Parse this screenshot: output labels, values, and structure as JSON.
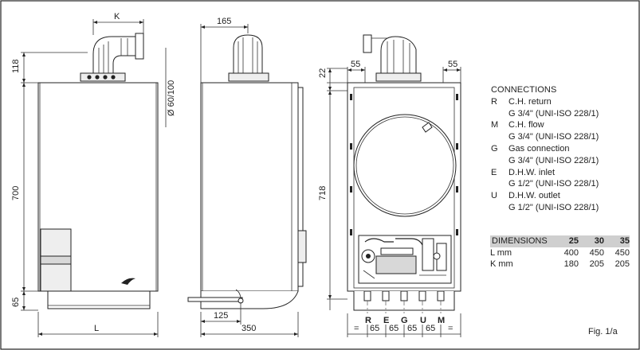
{
  "dimensions_labels": {
    "k": "K",
    "d165": "165",
    "d55_left": "55",
    "d55_right": "55",
    "d118": "118",
    "d60_100": "Ø 60/100",
    "d22": "22",
    "d700": "700",
    "d718": "718",
    "d65": "65",
    "l": "L",
    "d125": "125",
    "d350": "350"
  },
  "bottom_codes": [
    "R",
    "E",
    "G",
    "U",
    "M"
  ],
  "bottom_pitch": [
    "=",
    "65",
    "65",
    "65",
    "65",
    "="
  ],
  "connections": {
    "title": "CONNECTIONS",
    "items": [
      {
        "code": "R",
        "name": "C.H. return",
        "spec": "G 3/4\" (UNI-ISO 228/1)"
      },
      {
        "code": "M",
        "name": "C.H. flow",
        "spec": "G 3/4\" (UNI-ISO 228/1)"
      },
      {
        "code": "G",
        "name": "Gas connection",
        "spec": "G 3/4\" (UNI-ISO 228/1)"
      },
      {
        "code": "E",
        "name": "D.H.W. inlet",
        "spec": "G 1/2\" (UNI-ISO 228/1)"
      },
      {
        "code": "U",
        "name": "D.H.W. outlet",
        "spec": "G 1/2\" (UNI-ISO 228/1)"
      }
    ]
  },
  "dimensions_table": {
    "header": [
      "DIMENSIONS",
      "25",
      "30",
      "35"
    ],
    "rows": [
      {
        "label": "L  mm",
        "values": [
          "400",
          "450",
          "450"
        ]
      },
      {
        "label": "K  mm",
        "values": [
          "180",
          "205",
          "205"
        ]
      }
    ]
  },
  "figure_label": "Fig. 1/a"
}
